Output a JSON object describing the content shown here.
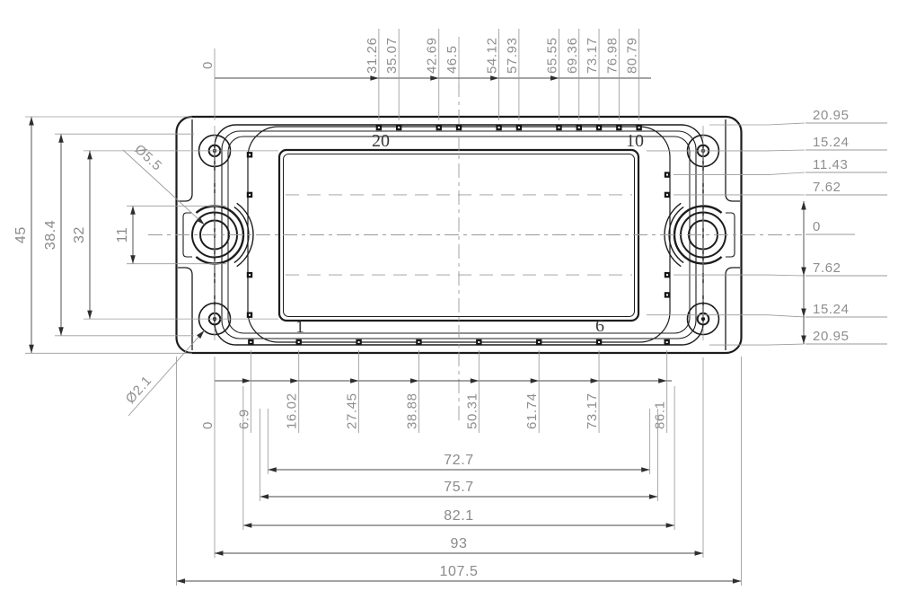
{
  "drawing": {
    "type": "mechanical-dimension-drawing",
    "description": "Top view of a power semiconductor module housing with pin positions and mounting holes",
    "colors": {
      "outline": "#1c1c1c",
      "dim_line": "#4a4a4a",
      "dim_text": "#8e8e8e",
      "thin_line": "#9a9a9a",
      "background": "#ffffff"
    },
    "top_dims": {
      "origin_label": "0",
      "labels": [
        "31.26",
        "35.07",
        "42.69",
        "46.5",
        "54.12",
        "57.93",
        "65.55",
        "69.36",
        "73.17",
        "76.98",
        "80.79"
      ]
    },
    "right_dims": {
      "labels": [
        "20.95",
        "15.24",
        "11.43",
        "7.62",
        "0",
        "7.62",
        "15.24",
        "20.95"
      ]
    },
    "left_dims": {
      "labels": [
        "45",
        "38.4",
        "32",
        "11"
      ]
    },
    "hole_labels": [
      "Ø5.5",
      "Ø2.1"
    ],
    "bottom_dims": {
      "origin_label": "0",
      "labels": [
        "6.9",
        "16.02",
        "27.45",
        "38.88",
        "50.31",
        "61.74",
        "73.17",
        "86.1"
      ]
    },
    "stack_dims": {
      "labels": [
        "72.7",
        "75.7",
        "82.1",
        "93",
        "107.5"
      ]
    },
    "pin_numbers": {
      "top_left": "20",
      "top_right": "10",
      "bottom_left": "1",
      "bottom_right": "6"
    }
  }
}
